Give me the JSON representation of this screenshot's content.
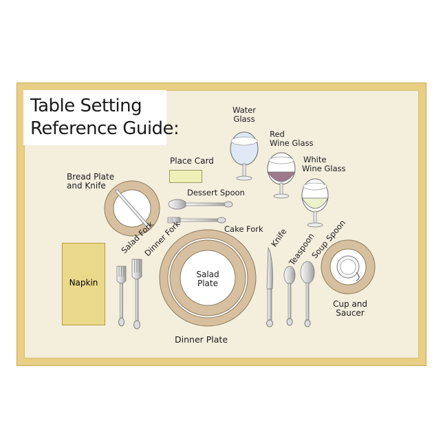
{
  "title": {
    "line1": "Table Setting",
    "line2": "Reference Guide:"
  },
  "labels": {
    "water_glass": [
      "Water",
      "Glass"
    ],
    "red_wine_glass": [
      "Red",
      "Wine Glass"
    ],
    "white_wine_glass": [
      "White",
      "Wine Glass"
    ],
    "place_card": "Place Card",
    "bread_plate": [
      "Bread Plate",
      "and Knife"
    ],
    "dessert_spoon": "Dessert Spoon",
    "cake_fork": "Cake Fork",
    "salad_fork": "Salad Fork",
    "dinner_fork": "Dinner Fork",
    "knife": "Knife",
    "teaspoon": "Teaspoon",
    "soup_spoon": "Soup Spoon",
    "napkin": "Napkin",
    "salad_plate": [
      "Salad",
      "Plate"
    ],
    "dinner_plate": "Dinner Plate",
    "cup_saucer": [
      "Cup and",
      "Saucer"
    ]
  },
  "colors": {
    "mat_border": "#e9cf86",
    "mat_fill": "#f4eedd",
    "plate_rim": "#d7c09f",
    "red_wine": "#a07a8a",
    "white_wine": "#eef3cf",
    "water": "#dfe8f4"
  }
}
